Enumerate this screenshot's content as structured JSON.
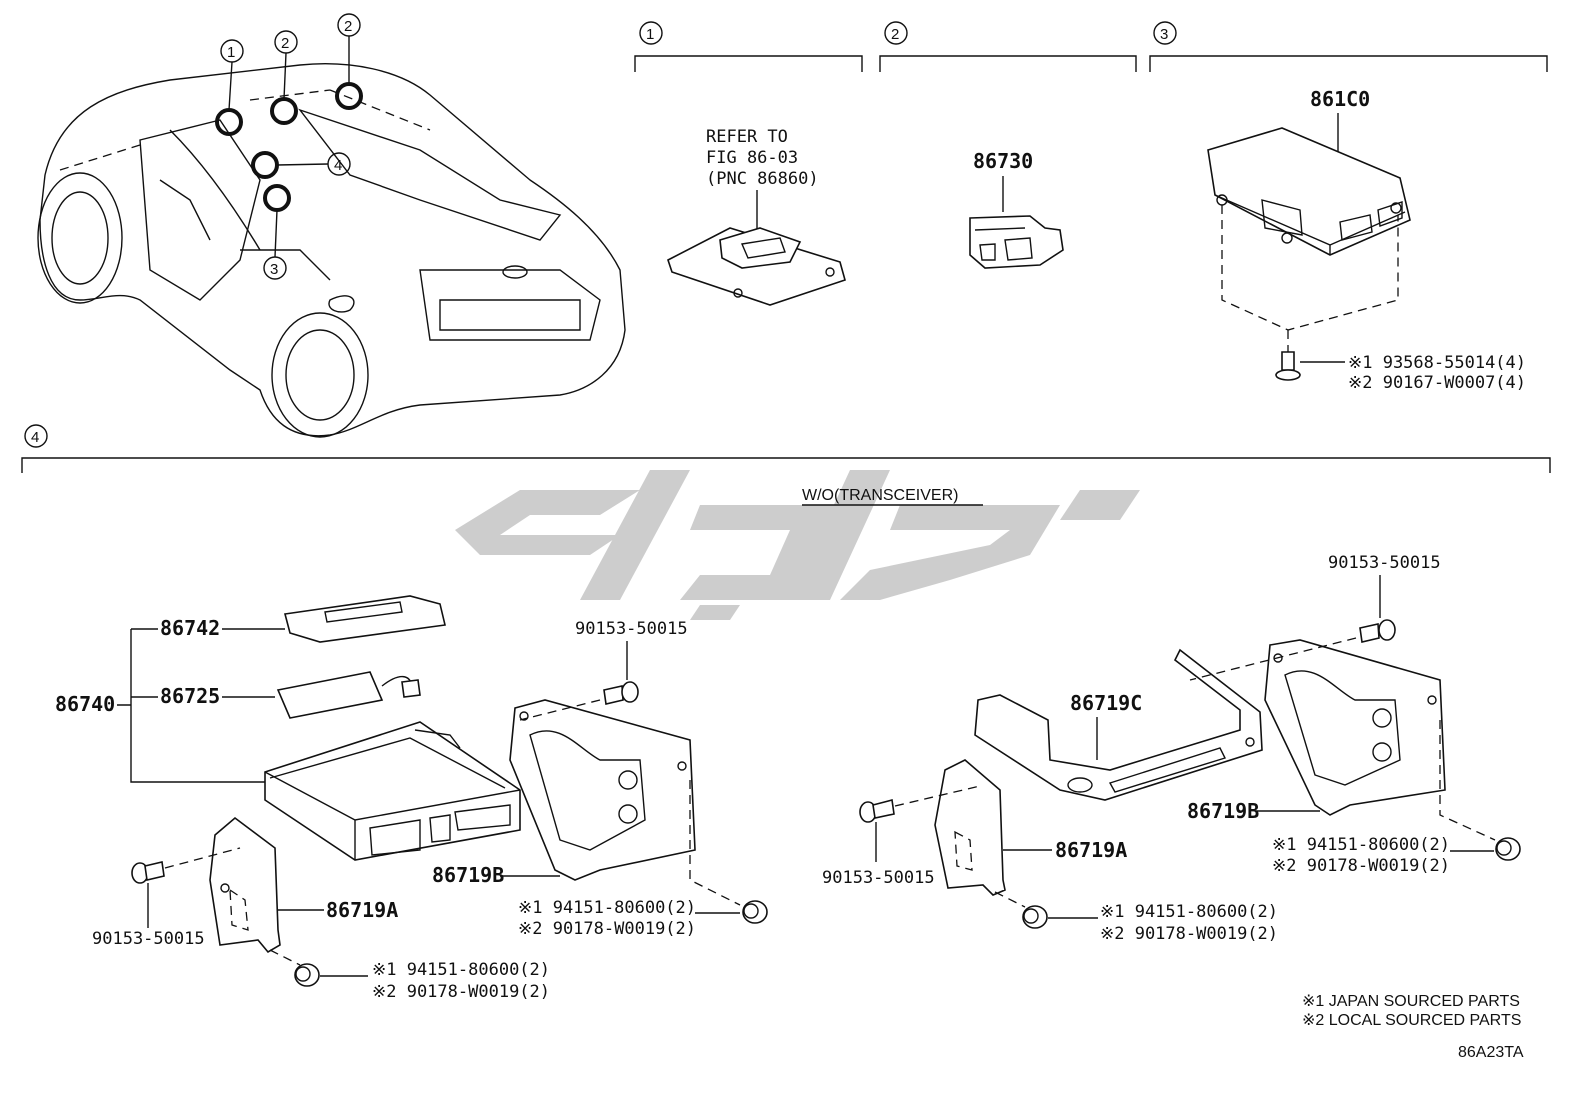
{
  "sections": [
    {
      "num": "1"
    },
    {
      "num": "2"
    },
    {
      "num": "3"
    },
    {
      "num": "4"
    }
  ],
  "car_callouts": [
    "1",
    "2",
    "2",
    "3",
    "4"
  ],
  "refer_note": [
    "REFER TO",
    "FIG 86-03",
    "(PNC 86860)"
  ],
  "variant_label": "W/O(TRANSCEIVER)",
  "parts": {
    "p861C0": "861C0",
    "p86730": "86730",
    "p86742": "86742",
    "p86725": "86725",
    "p86740": "86740",
    "p86719C": "86719C",
    "p86719B_left": "86719B",
    "p86719B_right": "86719B",
    "p86719A_left": "86719A",
    "p86719A_right": "86719A",
    "bolt_left_top": "90153-50015",
    "bolt_left_bottom": "90153-50015",
    "bolt_right_top": "90153-50015",
    "bolt_right_mid": "90153-50015"
  },
  "dual_parts": {
    "screw_861C0": [
      "※1 93568-55014(4)",
      "※2 90167-W0007(4)"
    ],
    "nut_left_bracket": [
      "※1 94151-80600(2)",
      "※2 90178-W0019(2)"
    ],
    "nut_left_bottom": [
      "※1 94151-80600(2)",
      "※2 90178-W0019(2)"
    ],
    "nut_right_lower": [
      "※1 94151-80600(2)",
      "※2 90178-W0019(2)"
    ],
    "nut_right_upper": [
      "※1 94151-80600(2)",
      "※2 90178-W0019(2)"
    ]
  },
  "legend": [
    "※1 JAPAN SOURCED PARTS",
    "※2 LOCAL SOURCED PARTS"
  ],
  "figure_code": "86A23TA",
  "watermark": "تویوتک",
  "colors": {
    "ink": "#111111",
    "watermark": "#c8c8c8"
  }
}
